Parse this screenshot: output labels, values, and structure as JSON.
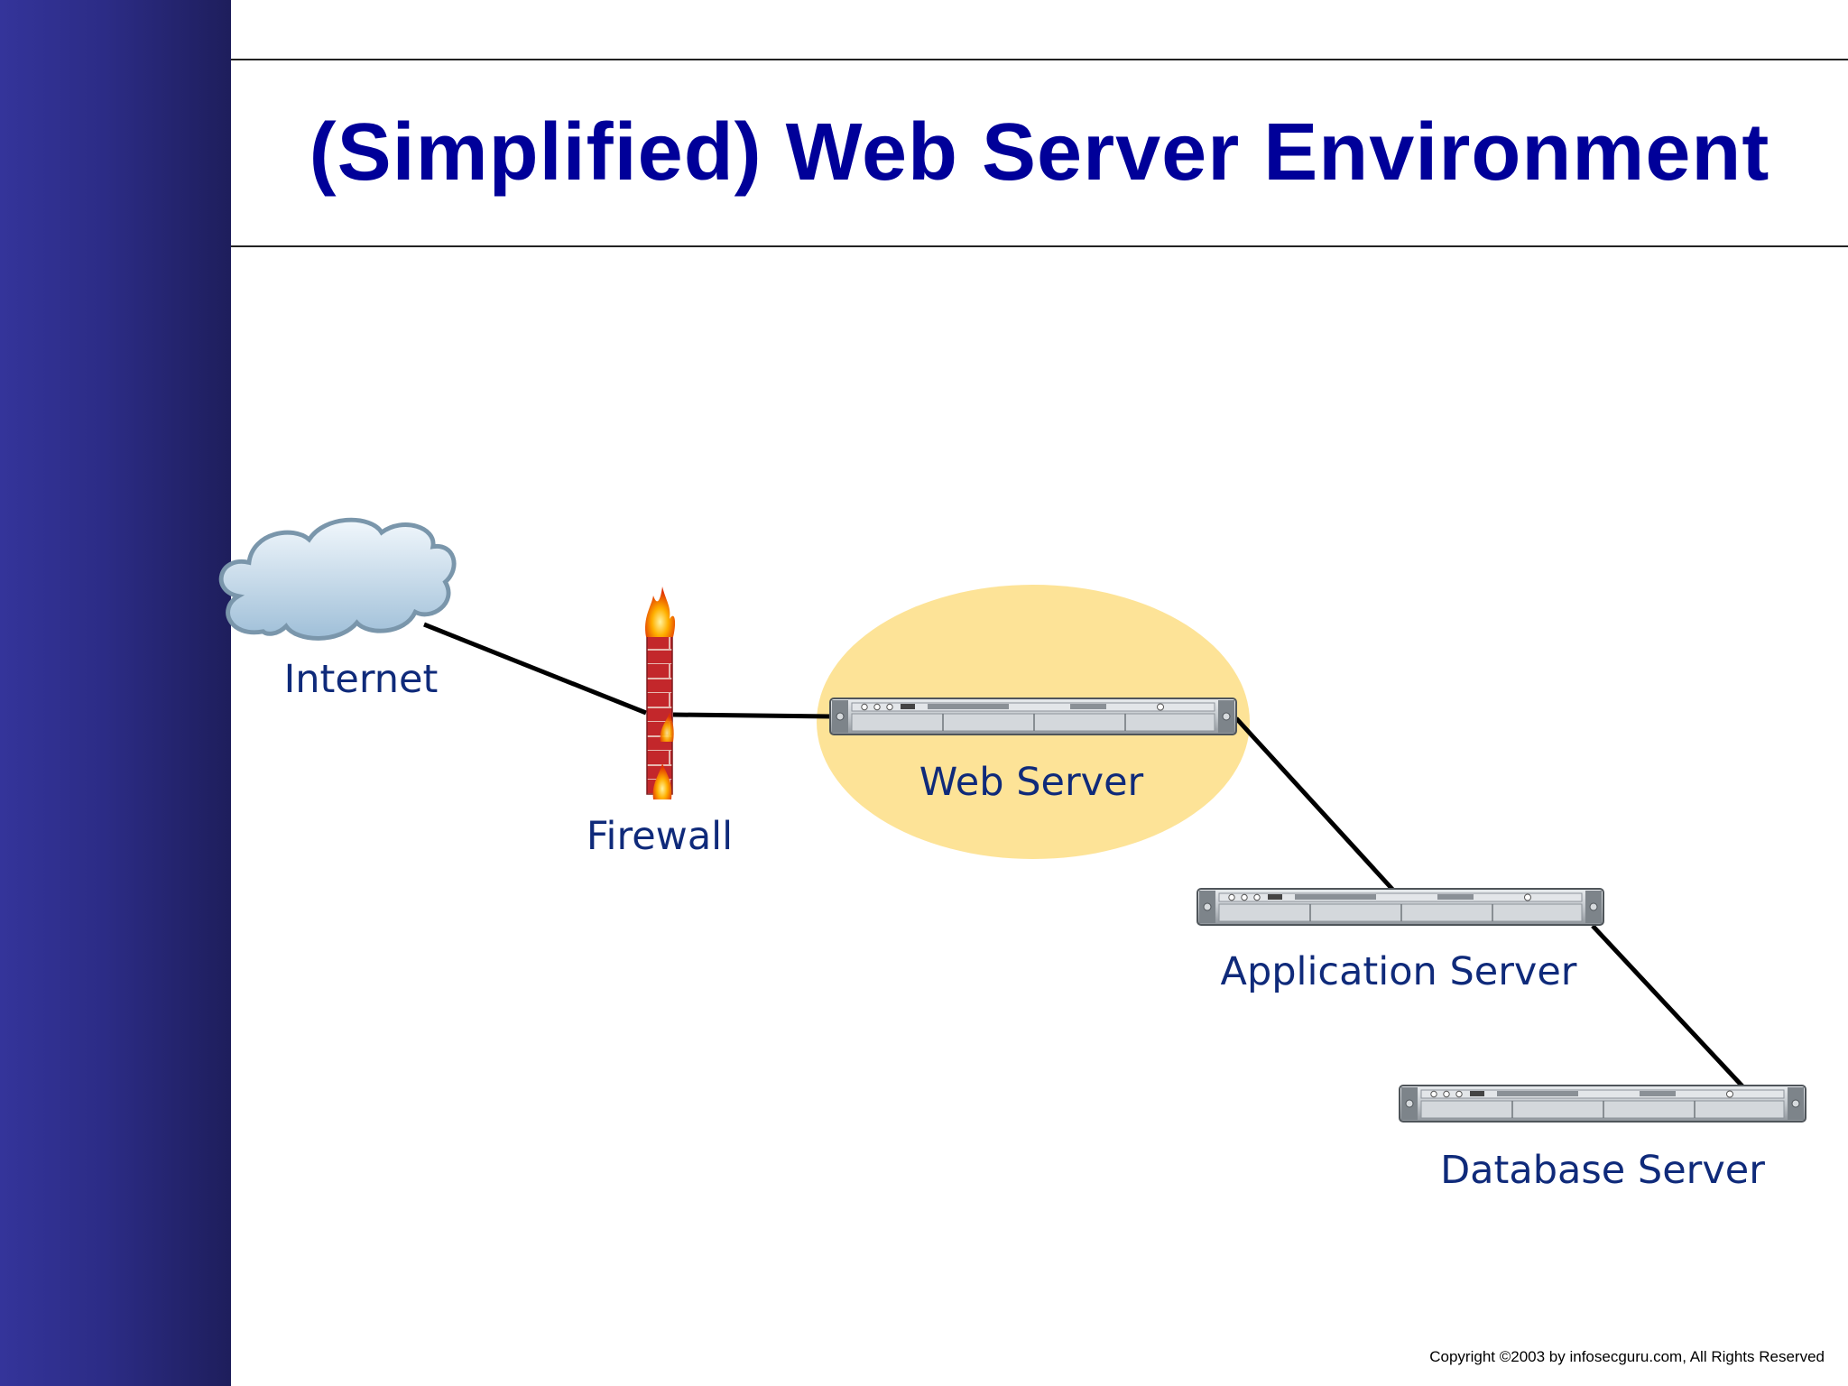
{
  "slide": {
    "title": "(Simplified) Web Server Environment",
    "copyright": "Copyright  ©2003 by infosecguru.com, All Rights Reserved"
  },
  "diagram": {
    "nodes": {
      "internet": "Internet",
      "firewall": "Firewall",
      "web_server": "Web Server",
      "application_server": "Application Server",
      "database_server": "Database Server"
    },
    "highlight_color": "#fde08c"
  }
}
